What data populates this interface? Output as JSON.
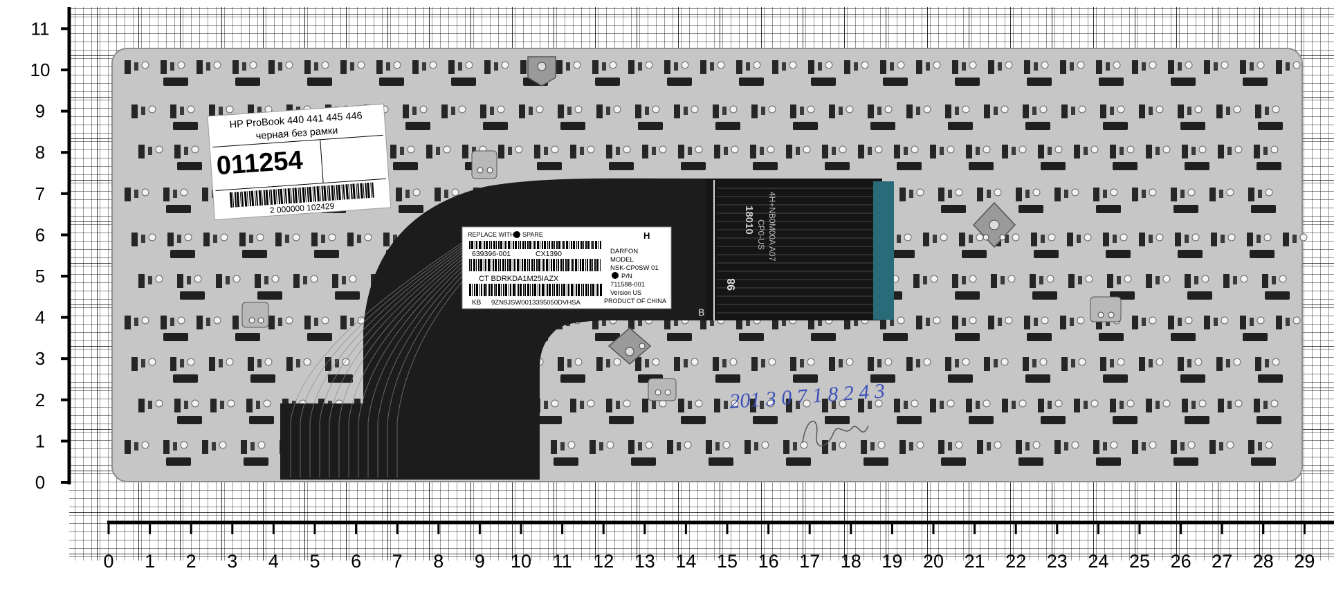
{
  "scale": {
    "y_labels": [
      "0",
      "1",
      "2",
      "3",
      "4",
      "5",
      "6",
      "7",
      "8",
      "9",
      "10",
      "11"
    ],
    "x_labels": [
      "0",
      "1",
      "2",
      "3",
      "4",
      "5",
      "6",
      "7",
      "8",
      "9",
      "10",
      "11",
      "12",
      "13",
      "14",
      "15",
      "16",
      "17",
      "18",
      "19",
      "20",
      "21",
      "22",
      "23",
      "24",
      "25",
      "26",
      "27",
      "28",
      "29",
      "3"
    ]
  },
  "product_sticker": {
    "title": "HP ProBook 440 441 445 446",
    "subtitle": "черная без рамки",
    "code": "011254",
    "barcode_number": "2 000000 102429"
  },
  "part_label": {
    "replace_with": "REPLACE WITH",
    "spare": "SPARE",
    "part_no": "639396-001",
    "cx": "CX1390",
    "ct": "CT BDRKDA1M25IAZX",
    "kb": "KB",
    "serial": "9ZN9JSW0013395050DVHSA",
    "h_mark": "H",
    "maker": "DARFON",
    "model_label": "MODEL",
    "model": "NSK-CP0SW 01",
    "pn_label": "P/N",
    "pn": "711588-001",
    "version": "Version US",
    "origin": "PRODUCT OF CHINA"
  },
  "ribbon_text": {
    "mark_b": "B",
    "n98": "98",
    "code1": "18010",
    "code2": "CP0-US",
    "code3": "4H+NB0M00A A07"
  },
  "handwritten": {
    "date": "201 3 0 7 1 8 2 4 3"
  }
}
